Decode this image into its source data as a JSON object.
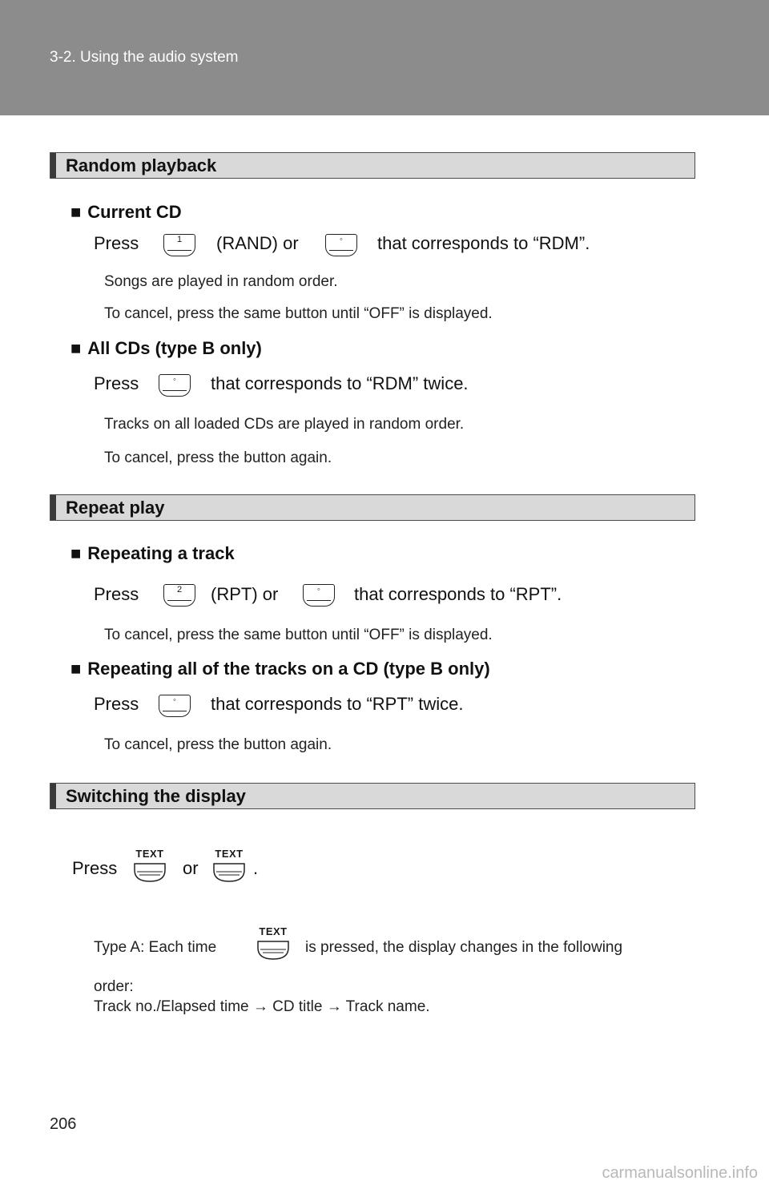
{
  "header": {
    "section": "3-2. Using the audio system"
  },
  "sections": {
    "random": {
      "title": "Random playback",
      "current_cd": {
        "heading": "Current CD",
        "press": "Press",
        "rand_label": "(RAND) or",
        "tail": "that corresponds to “RDM”.",
        "btn1": "1",
        "notes": [
          "Songs are played in random order.",
          "To cancel, press the same button until “OFF” is displayed."
        ]
      },
      "all_cds": {
        "heading": "All CDs (type B only)",
        "press": "Press",
        "tail": "that corresponds to “RDM” twice.",
        "notes": [
          "Tracks on all loaded CDs are played in random order.",
          "To cancel, press the button again."
        ]
      }
    },
    "repeat": {
      "title": "Repeat play",
      "track": {
        "heading": "Repeating a track",
        "press": "Press",
        "rpt_label": "(RPT) or",
        "tail": "that corresponds to “RPT”.",
        "btn2": "2",
        "notes": [
          "To cancel, press the same button until “OFF” is displayed."
        ]
      },
      "all_tracks": {
        "heading": "Repeating all of the tracks on a CD (type B only)",
        "press": "Press",
        "tail": "that corresponds to “RPT” twice.",
        "notes": [
          "To cancel, press the button again."
        ]
      }
    },
    "display": {
      "title": "Switching the display",
      "press": "Press",
      "or": "or",
      "period": ".",
      "text_label": "TEXT",
      "type_a_pre": "Type A: Each time",
      "type_a_post": "is pressed, the display changes in the following",
      "order_label": "order:",
      "sequence": "Track no./Elapsed time → CD title → Track name."
    }
  },
  "bullet": "■",
  "knob_dot": "◦",
  "page_number": "206",
  "watermark": "carmanualsonline.info"
}
